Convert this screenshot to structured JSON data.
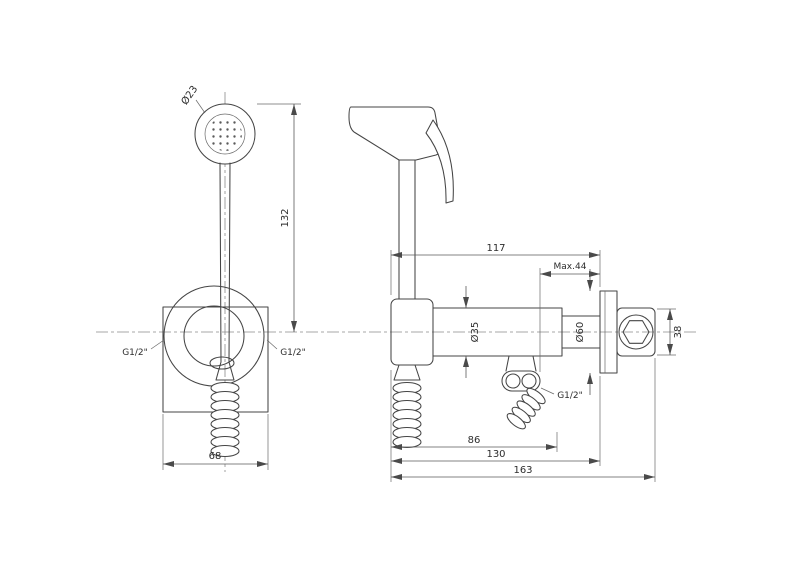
{
  "drawing": {
    "front_view": {
      "head_diameter": "Ø23",
      "height": "132",
      "thread_left": "G1/2\"",
      "thread_right": "G1/2\"",
      "width": "68"
    },
    "side_view": {
      "length": "117",
      "max_depth": "Max.44",
      "body_diameter": "Ø35",
      "flange_diameter": "Ø60",
      "connector_height": "38",
      "hose_thread": "G1/2\"",
      "dim_hose": "86",
      "dim_to_wall": "130",
      "dim_total": "163"
    }
  }
}
